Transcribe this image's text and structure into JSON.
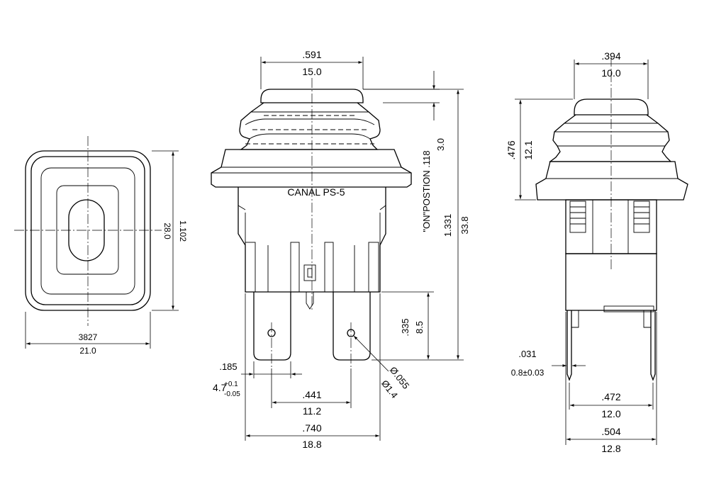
{
  "front_view": {
    "label": "CANAL PS-5",
    "dims": {
      "top_width_in": ".591",
      "top_width_mm": "15.0",
      "on_position_in": "\"ON\"POSTION .118",
      "on_position_mm": "3.0",
      "height_in": "1.331",
      "height_mm": "33.8",
      "terminal_len_in": ".335",
      "terminal_len_mm": "8.5",
      "term_width_in": ".185",
      "term_width_mm_main": "4.7",
      "term_width_tol_plus": "+0.1",
      "term_width_tol_minus": "-0.05",
      "hole_in": "Ø.055",
      "hole_mm": "Ø1.4",
      "term_spacing_in": ".441",
      "term_spacing_mm": "11.2",
      "overall_width_in": ".740",
      "overall_width_mm": "18.8"
    }
  },
  "top_view": {
    "dims": {
      "height_in": "1.102",
      "height_mm": "28.0",
      "width_in": "3827",
      "width_mm": "21.0"
    }
  },
  "side_view": {
    "dims": {
      "cap_width_in": ".394",
      "cap_width_mm": "10.0",
      "boot_height_in": ".476",
      "boot_height_mm": "12.1",
      "pin_thk_in": ".031",
      "pin_thk_mm": "0.8±0.03",
      "pin_spacing_in": ".472",
      "pin_spacing_mm": "12.0",
      "overall_width_in": ".504",
      "overall_width_mm": "12.8"
    }
  }
}
